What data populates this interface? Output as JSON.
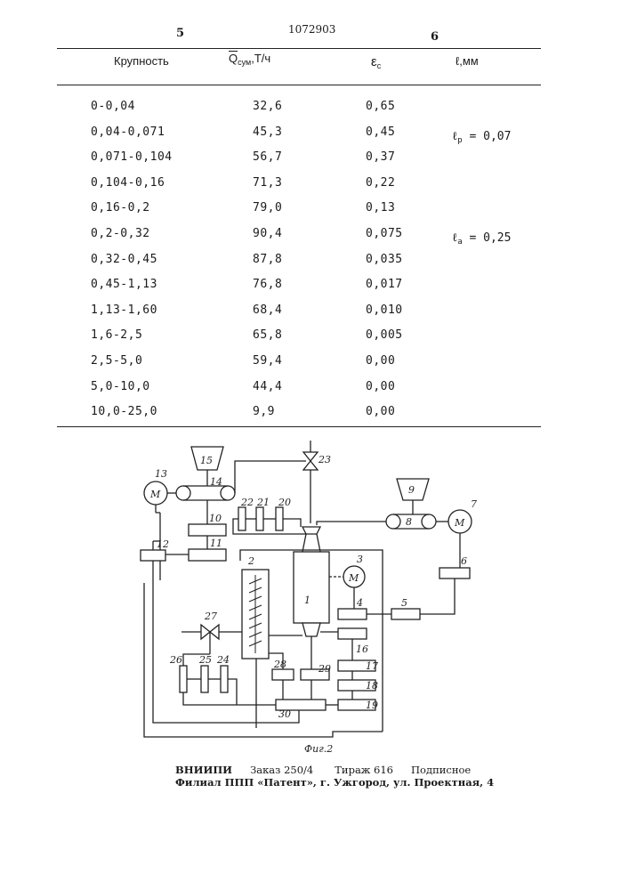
{
  "page": {
    "left_page_number": "5",
    "patent_number": "1072903",
    "right_page_number": "6"
  },
  "table": {
    "headers": {
      "size": "Крупность",
      "q_main": "Q",
      "q_sub": "сум",
      "q_unit": ",Т/ч",
      "eps_main": "ε",
      "eps_sub": "с",
      "l_main": "ℓ",
      "l_unit": ",мм"
    },
    "rows": [
      {
        "size": "0-0,04",
        "q": "32,6",
        "eps": "0,65"
      },
      {
        "size": "0,04-0,071",
        "q": "45,3",
        "eps": "0,45"
      },
      {
        "size": "0,071-0,104",
        "q": "56,7",
        "eps": "0,37"
      },
      {
        "size": "0,104-0,16",
        "q": "71,3",
        "eps": "0,22"
      },
      {
        "size": "0,16-0,2",
        "q": "79,0",
        "eps": "0,13"
      },
      {
        "size": "0,2-0,32",
        "q": "90,4",
        "eps": "0,075"
      },
      {
        "size": "0,32-0,45",
        "q": "87,8",
        "eps": "0,035"
      },
      {
        "size": "0,45-1,13",
        "q": "76,8",
        "eps": "0,017"
      },
      {
        "size": "1,13-1,60",
        "q": "68,4",
        "eps": "0,010"
      },
      {
        "size": "1,6-2,5",
        "q": "65,8",
        "eps": "0,005"
      },
      {
        "size": "2,5-5,0",
        "q": "59,4",
        "eps": "0,00"
      },
      {
        "size": "5,0-10,0",
        "q": "44,4",
        "eps": "0,00"
      },
      {
        "size": "10,0-25,0",
        "q": "9,9",
        "eps": "0,00"
      }
    ],
    "notes": {
      "lp_symbol": "ℓ",
      "lp_sub": "р",
      "lp_value": "= 0,07",
      "la_symbol": "ℓ",
      "la_sub": "а",
      "la_value": "= 0,25"
    }
  },
  "diagram": {
    "caption": "Фиг.2",
    "motor_label": "М",
    "block_labels": [
      "1",
      "2",
      "3",
      "4",
      "5",
      "6",
      "7",
      "8",
      "9",
      "10",
      "11",
      "12",
      "13",
      "14",
      "15",
      "16",
      "17",
      "18",
      "19",
      "20",
      "21",
      "22",
      "23",
      "24",
      "25",
      "26",
      "27",
      "28",
      "29",
      "30"
    ]
  },
  "footer": {
    "line1_org": "ВНИИПИ",
    "line1_order": "Заказ 250/4",
    "line1_print": "Тираж 616",
    "line1_type": "Подписное",
    "line2": "Филиал ППП «Патент», г. Ужгород, ул. Проектная, 4"
  }
}
